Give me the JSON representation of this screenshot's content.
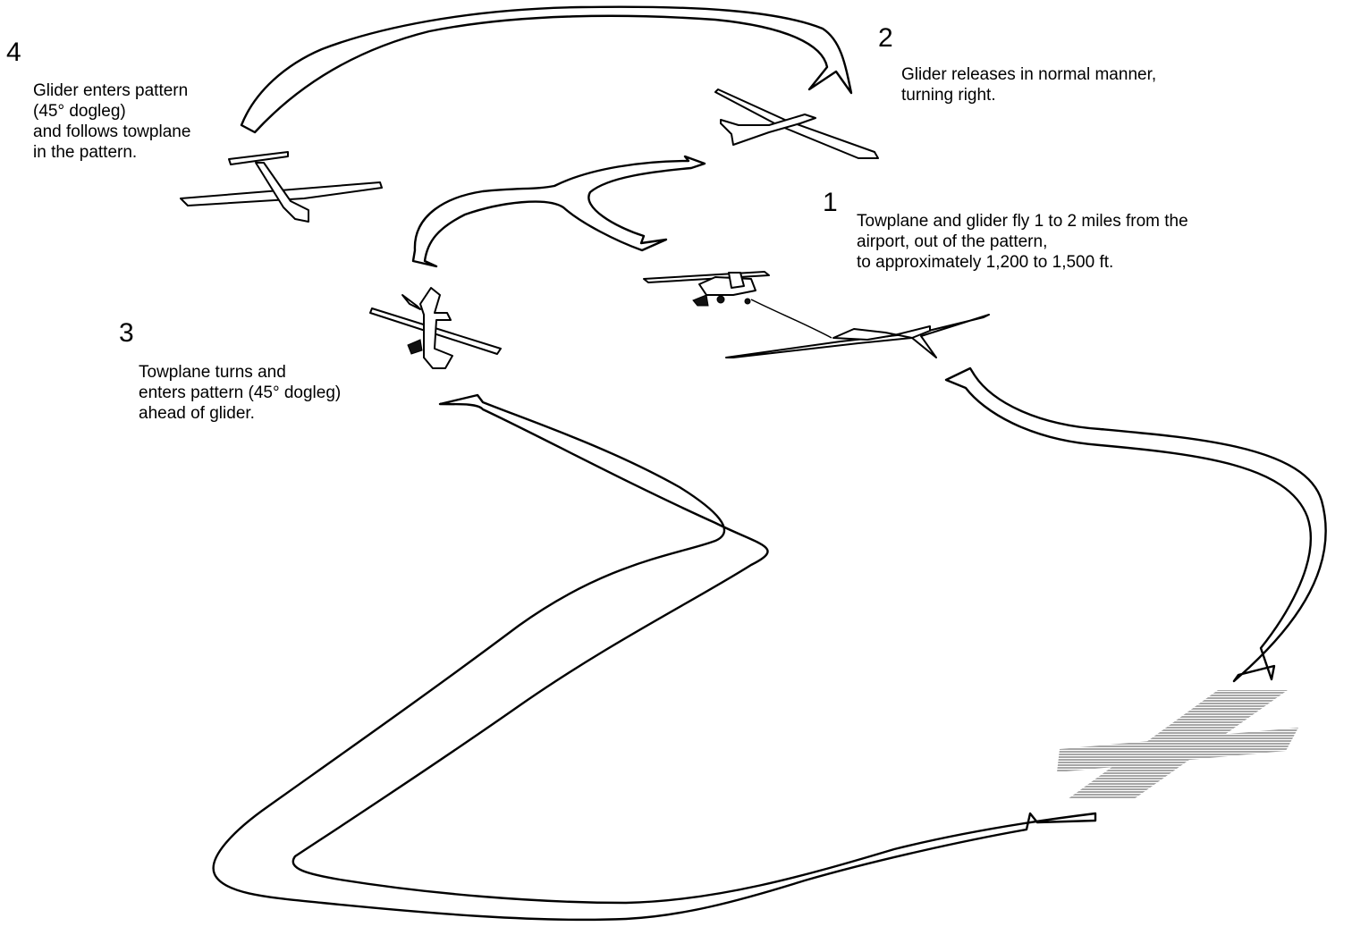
{
  "steps": [
    {
      "number": "1",
      "lines": [
        "Towplane and glider fly 1 to 2 miles from the",
        "airport, out of the pattern,",
        "to approximately 1,200 to 1,500 ft."
      ]
    },
    {
      "number": "2",
      "lines": [
        "Glider releases in normal manner,",
        "turning right."
      ]
    },
    {
      "number": "3",
      "lines": [
        "Towplane turns and",
        "enters pattern (45° dogleg)",
        "ahead of glider."
      ]
    },
    {
      "number": "4",
      "lines": [
        "Glider enters pattern",
        "(45° dogleg)",
        "and follows towplane",
        "in the pattern."
      ]
    }
  ],
  "icons": {
    "runway": "runway-icon",
    "towplane": "towplane-icon",
    "glider": "glider-icon"
  },
  "colors": {
    "ribbon_fill": "#ffffff",
    "outline": "#000000",
    "runway": "#aaaaaa"
  }
}
